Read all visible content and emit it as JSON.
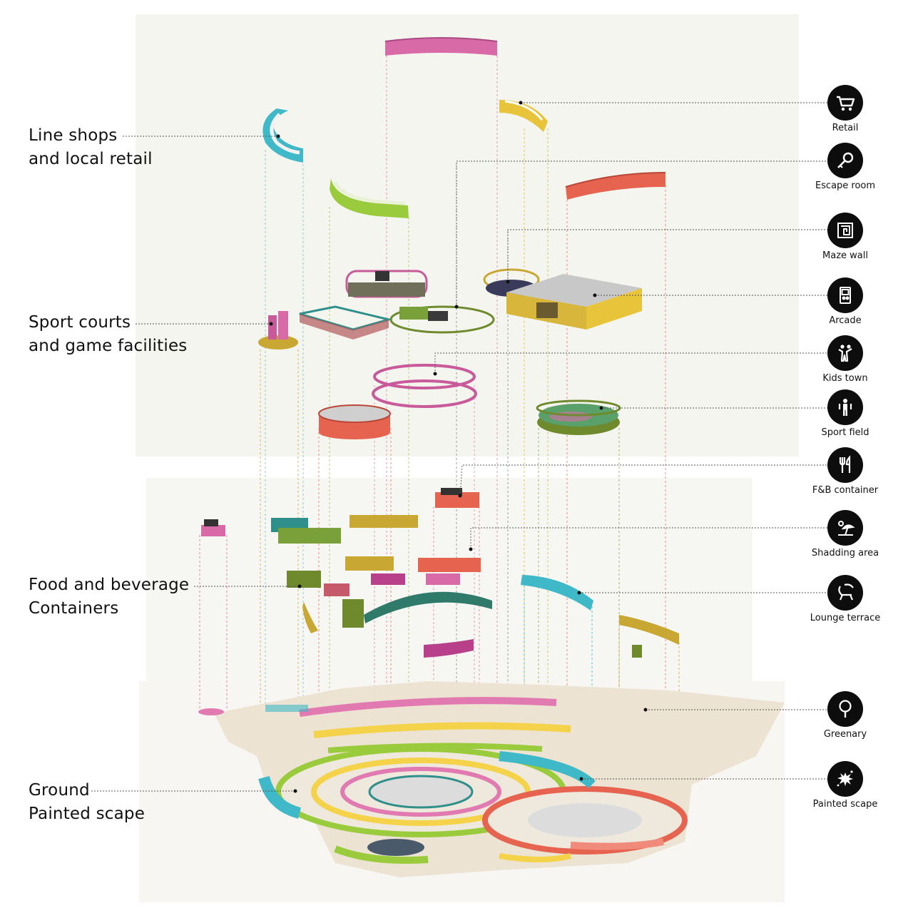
{
  "zone_labels": [
    {
      "id": "line-shops",
      "lines": [
        "Line shops",
        "and local retail"
      ]
    },
    {
      "id": "sport-courts",
      "lines": [
        "Sport courts",
        "and game facilities"
      ]
    },
    {
      "id": "food-beverage",
      "lines": [
        "Food and beverage",
        "Containers"
      ]
    },
    {
      "id": "ground",
      "lines": [
        "Ground",
        "Painted scape"
      ]
    }
  ],
  "legend": [
    {
      "label": "Retail",
      "icon": "cart-icon"
    },
    {
      "label": "Escape room",
      "icon": "key-icon"
    },
    {
      "label": "Maze wall",
      "icon": "maze-icon"
    },
    {
      "label": "Arcade",
      "icon": "arcade-icon"
    },
    {
      "label": "Kids town",
      "icon": "kids-icon"
    },
    {
      "label": "Sport field",
      "icon": "person-icon"
    },
    {
      "label": "F&B container",
      "icon": "utensils-icon"
    },
    {
      "label": "Shadding area",
      "icon": "umbrella-icon"
    },
    {
      "label": "Lounge terrace",
      "icon": "lounge-chair-icon"
    },
    {
      "label": "Greenary",
      "icon": "tree-icon"
    },
    {
      "label": "Painted scape",
      "icon": "paint-splash-icon"
    }
  ],
  "colors": {
    "pink": "#d96aa8",
    "yellow": "#e8c43a",
    "cyan": "#3fb8c8",
    "lime": "#9acb3c",
    "coral": "#e5634f",
    "mustard": "#c9a733",
    "teal": "#2f8f8a",
    "olive": "#6f8a2c",
    "magenta": "#b8408a",
    "ground": "#ece3d3"
  }
}
